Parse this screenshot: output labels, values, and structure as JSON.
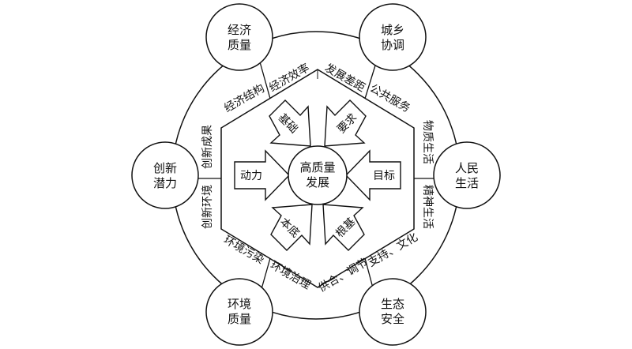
{
  "colors": {
    "stroke": "#111111",
    "fill": "#ffffff",
    "text": "#111111"
  },
  "center": {
    "line1": "高质量",
    "line2": "发展"
  },
  "nodes": [
    {
      "id": "economic-quality",
      "line1": "经济",
      "line2": "质量"
    },
    {
      "id": "urban-rural",
      "line1": "城乡",
      "line2": "协调"
    },
    {
      "id": "people-life",
      "line1": "人民",
      "line2": "生活"
    },
    {
      "id": "ecological-security",
      "line1": "生态",
      "line2": "安全"
    },
    {
      "id": "environment-quality",
      "line1": "环境",
      "line2": "质量"
    },
    {
      "id": "innovation-potential",
      "line1": "创新",
      "line2": "潜力"
    }
  ],
  "arrows": [
    {
      "id": "foundation",
      "text": "基础"
    },
    {
      "id": "requirement",
      "text": "要求"
    },
    {
      "id": "power",
      "text": "动力"
    },
    {
      "id": "goal",
      "text": "目标"
    },
    {
      "id": "bottom-line",
      "text": "本底"
    },
    {
      "id": "root",
      "text": "根基"
    }
  ],
  "ring_labels": [
    {
      "id": "economic-structure",
      "text": "经济结构"
    },
    {
      "id": "economic-efficiency",
      "text": "经济效率"
    },
    {
      "id": "development-gap",
      "text": "发展差距"
    },
    {
      "id": "public-services",
      "text": "公共服务"
    },
    {
      "id": "material-life",
      "text": "物质生活"
    },
    {
      "id": "spiritual-life",
      "text": "精神生活"
    },
    {
      "id": "support-culture",
      "text": "支持、文化"
    },
    {
      "id": "supply-regulation",
      "text": "供合、调节"
    },
    {
      "id": "environmental-governance",
      "text": "环境治理"
    },
    {
      "id": "environmental-pollution",
      "text": "环境污染"
    },
    {
      "id": "innovation-environment",
      "text": "创新环境"
    },
    {
      "id": "innovation-achievements",
      "text": "创新成果"
    }
  ]
}
